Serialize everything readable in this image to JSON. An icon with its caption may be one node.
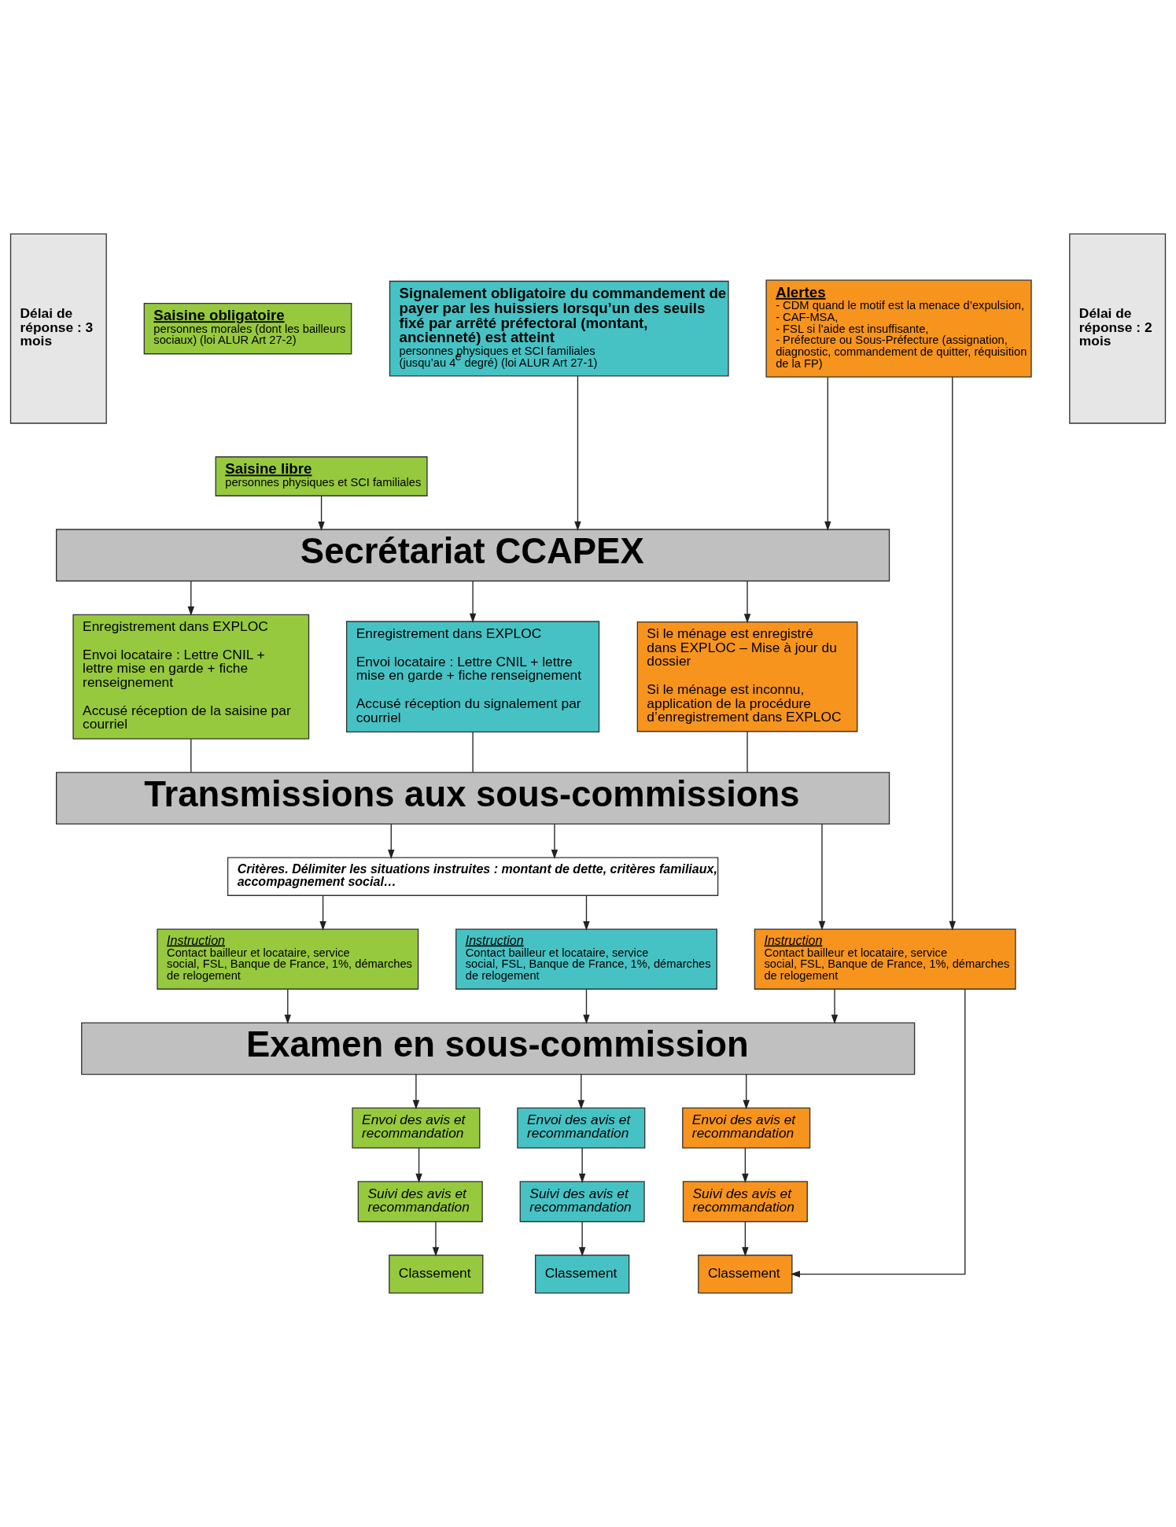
{
  "diagram": {
    "nodes": [
      {
        "text": [
          "Délai de réponse : 3 mois"
        ]
      },
      {
        "text": [
          "Saisine obligatoire",
          "personnes morales (dont les bailleurs sociaux) (loi ALUR Art 27-2)"
        ]
      },
      {
        "text": [
          "Saisine libre",
          "personnes physiques et SCI familiales"
        ]
      },
      {
        "text": [
          "Signalement obligatoire du commandement de payer par les huissiers lorsqu’un des seuils fixé par arrêté préfectoral (montant, ancienneté) est atteint",
          "personnes physiques et SCI familiales (jusqu’au 4$^{e}$ degré) (loi ALUR Art 27-1)"
        ]
      },
      {
        "text": [
          "Alertes",
          "- CDM quand le motif est la menace d’expulsion,",
          "- CAF-MSA,",
          "- FSL si l’aide est insuffisante,",
          "- Préfecture ou Sous-Préfecture (assignation, diagnostic, commandement de quitter, réquisition de la FP)"
        ]
      },
      {
        "text": [
          "Délai de réponse : 2 mois"
        ]
      },
      {
        "text": [
          "Secrétariat CCAPEX"
        ]
      },
      {
        "text": [
          "Enregistrement dans EXPLOC",
          "Envoi locataire : Lettre CNIL + lettre mise en garde + fiche renseignement",
          "Accusé réception de la saisine par courriel"
        ]
      },
      {
        "text": [
          "Enregistrement dans EXPLOC",
          "Envoi locataire : Lettre CNIL + lettre mise en garde + fiche renseignement",
          "Accusé réception du signalement par courriel"
        ]
      },
      {
        "text": [
          "Si le ménage est enregistré dans EXPLOC – Mise à jour du dossier",
          "Si le ménage est inconnu, application de la procédure d’enregistrement dans EXPLOC"
        ]
      },
      {
        "text": [
          "Transmissions aux sous-commissions"
        ]
      },
      {
        "text": [
          "Critères. Délimiter les situations instruites : montant de dette, critères familiaux, accompagnement social…"
        ]
      },
      {
        "text": [
          "Instruction",
          "Contact bailleur et locataire, service social, FSL, Banque de France, 1%, démarches de relogement"
        ]
      },
      {
        "text": [
          "Instruction",
          "Contact bailleur et locataire, service social, FSL, Banque de France, 1%, démarches de relogement"
        ]
      },
      {
        "text": [
          "Instruction",
          "Contact bailleur et locataire, service social, FSL, Banque de France, 1%, démarches de relogement"
        ]
      },
      {
        "text": [
          "Examen en sous-commission"
        ]
      },
      {
        "text": [
          "Envoi des avis et recommandation"
        ]
      },
      {
        "text": [
          "Envoi des avis et recommandation"
        ]
      },
      {
        "text": [
          "Envoi des avis et recommandation"
        ]
      },
      {
        "text": [
          "Suivi des avis et recommandation"
        ]
      },
      {
        "text": [
          "Suivi des avis et recommandation"
        ]
      },
      {
        "text": [
          "Suivi des avis et recommandation"
        ]
      },
      {
        "text": [
          "Classement"
        ]
      },
      {
        "text": [
          "Classement"
        ]
      },
      {
        "text": [
          "Classement"
        ]
      }
    ],
    "edges": [
      {
        "from": 2,
        "to": 6,
        "arrow": "to"
      },
      {
        "from": 3,
        "to": 6,
        "arrow": "to"
      },
      {
        "from": 4,
        "to": 6,
        "arrow": "to"
      },
      {
        "from": 4,
        "to": 14,
        "arrow": "to"
      },
      {
        "from": 6,
        "to": 7,
        "arrow": "to"
      },
      {
        "from": 6,
        "to": 8,
        "arrow": "to"
      },
      {
        "from": 6,
        "to": 9,
        "arrow": "to"
      },
      {
        "from": 7,
        "to": 10,
        "arrow": "none"
      },
      {
        "from": 8,
        "to": 10,
        "arrow": "none"
      },
      {
        "from": 9,
        "to": 10,
        "arrow": "none"
      },
      {
        "from": 10,
        "to": 11,
        "arrow": "to"
      },
      {
        "from": 10,
        "to": 11,
        "arrow": "to"
      },
      {
        "from": 10,
        "to": 14,
        "arrow": "to"
      },
      {
        "from": 11,
        "to": 12,
        "arrow": "to"
      },
      {
        "from": 11,
        "to": 13,
        "arrow": "to"
      },
      {
        "from": 12,
        "to": 15,
        "arrow": "to"
      },
      {
        "from": 13,
        "to": 15,
        "arrow": "to"
      },
      {
        "from": 14,
        "to": 15,
        "arrow": "to"
      },
      {
        "from": 14,
        "to": 24,
        "arrow": "to"
      },
      {
        "from": 15,
        "to": 16,
        "arrow": "to"
      },
      {
        "from": 15,
        "to": 17,
        "arrow": "to"
      },
      {
        "from": 15,
        "to": 18,
        "arrow": "to"
      },
      {
        "from": 16,
        "to": 19,
        "arrow": "to"
      },
      {
        "from": 17,
        "to": 20,
        "arrow": "to"
      },
      {
        "from": 18,
        "to": 21,
        "arrow": "to"
      },
      {
        "from": 19,
        "to": 22,
        "arrow": "to"
      },
      {
        "from": 20,
        "to": 23,
        "arrow": "to"
      },
      {
        "from": 21,
        "to": 24,
        "arrow": "to"
      }
    ]
  }
}
